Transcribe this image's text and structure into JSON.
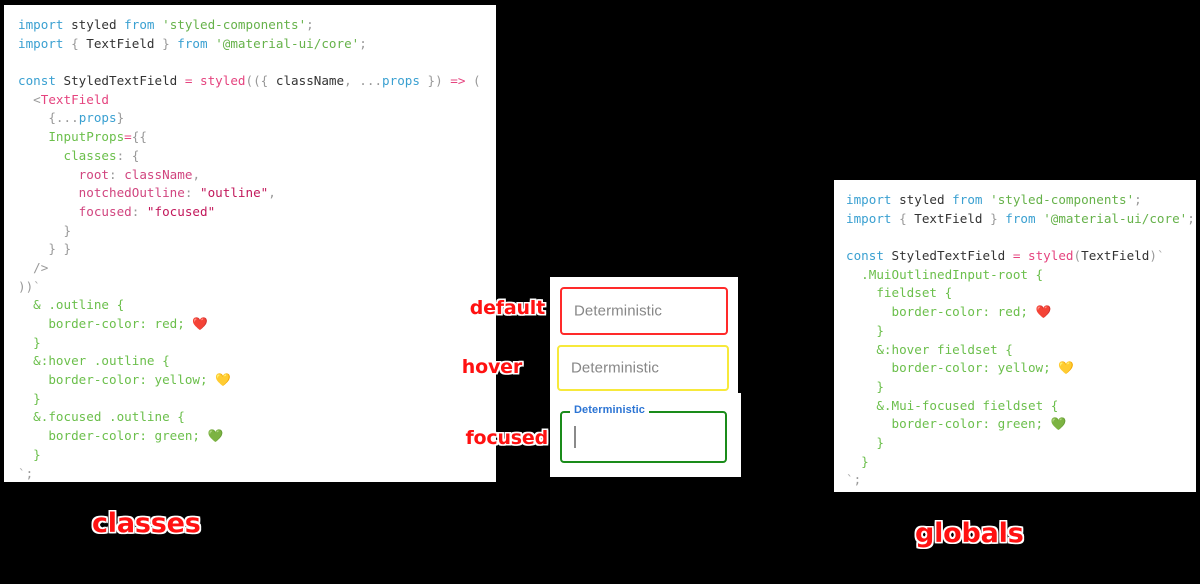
{
  "left_panel": {
    "name": "classes-approach-code",
    "title_label": "classes",
    "lines": [
      [
        {
          "t": "kw",
          "s": "import"
        },
        {
          "t": "plain",
          "s": " styled "
        },
        {
          "t": "kw",
          "s": "from"
        },
        {
          "t": "plain",
          "s": " "
        },
        {
          "t": "str",
          "s": "'styled-components'"
        },
        {
          "t": "punc",
          "s": ";"
        }
      ],
      [
        {
          "t": "kw",
          "s": "import"
        },
        {
          "t": "punc",
          "s": " { "
        },
        {
          "t": "plain",
          "s": "TextField"
        },
        {
          "t": "punc",
          "s": " } "
        },
        {
          "t": "kw",
          "s": "from"
        },
        {
          "t": "plain",
          "s": " "
        },
        {
          "t": "str",
          "s": "'@material-ui/core'"
        },
        {
          "t": "punc",
          "s": ";"
        }
      ],
      [],
      [
        {
          "t": "kw",
          "s": "const"
        },
        {
          "t": "plain",
          "s": " StyledTextField "
        },
        {
          "t": "op",
          "s": "="
        },
        {
          "t": "plain",
          "s": " "
        },
        {
          "t": "fn",
          "s": "styled"
        },
        {
          "t": "punc",
          "s": "(({ "
        },
        {
          "t": "plain",
          "s": "className"
        },
        {
          "t": "punc",
          "s": ", "
        },
        {
          "t": "punc",
          "s": "..."
        },
        {
          "t": "var",
          "s": "props"
        },
        {
          "t": "punc",
          "s": " }) "
        },
        {
          "t": "op",
          "s": "=>"
        },
        {
          "t": "punc",
          "s": " ("
        }
      ],
      [
        {
          "t": "plain",
          "s": "  "
        },
        {
          "t": "punc",
          "s": "<"
        },
        {
          "t": "tag",
          "s": "TextField"
        }
      ],
      [
        {
          "t": "plain",
          "s": "    "
        },
        {
          "t": "punc",
          "s": "{..."
        },
        {
          "t": "var",
          "s": "props"
        },
        {
          "t": "punc",
          "s": "}"
        }
      ],
      [
        {
          "t": "plain",
          "s": "    "
        },
        {
          "t": "prop",
          "s": "InputProps"
        },
        {
          "t": "op",
          "s": "="
        },
        {
          "t": "punc",
          "s": "{{"
        }
      ],
      [
        {
          "t": "plain",
          "s": "      "
        },
        {
          "t": "prop",
          "s": "classes"
        },
        {
          "t": "punc",
          "s": ": {"
        }
      ],
      [
        {
          "t": "plain",
          "s": "        "
        },
        {
          "t": "key",
          "s": "root"
        },
        {
          "t": "punc",
          "s": ": "
        },
        {
          "t": "key",
          "s": "className"
        },
        {
          "t": "punc",
          "s": ","
        }
      ],
      [
        {
          "t": "plain",
          "s": "        "
        },
        {
          "t": "key",
          "s": "notchedOutline"
        },
        {
          "t": "punc",
          "s": ": "
        },
        {
          "t": "val",
          "s": "\"outline\""
        },
        {
          "t": "punc",
          "s": ","
        }
      ],
      [
        {
          "t": "plain",
          "s": "        "
        },
        {
          "t": "key",
          "s": "focused"
        },
        {
          "t": "punc",
          "s": ": "
        },
        {
          "t": "val",
          "s": "\"focused\""
        }
      ],
      [
        {
          "t": "plain",
          "s": "      "
        },
        {
          "t": "punc",
          "s": "}"
        }
      ],
      [
        {
          "t": "plain",
          "s": "    "
        },
        {
          "t": "punc",
          "s": "} }"
        }
      ],
      [
        {
          "t": "plain",
          "s": "  "
        },
        {
          "t": "punc",
          "s": "/>"
        }
      ],
      [
        {
          "t": "punc",
          "s": "))"
        },
        {
          "t": "tick",
          "s": "`"
        }
      ],
      [
        {
          "t": "plain",
          "s": "  "
        },
        {
          "t": "css",
          "s": "& .outline {"
        }
      ],
      [
        {
          "t": "plain",
          "s": "    "
        },
        {
          "t": "css",
          "s": "border-color: red;"
        },
        {
          "t": "plain",
          "s": " ❤️"
        }
      ],
      [
        {
          "t": "plain",
          "s": "  "
        },
        {
          "t": "css",
          "s": "}"
        }
      ],
      [
        {
          "t": "plain",
          "s": "  "
        },
        {
          "t": "css",
          "s": "&:hover .outline {"
        }
      ],
      [
        {
          "t": "plain",
          "s": "    "
        },
        {
          "t": "css",
          "s": "border-color: yellow;"
        },
        {
          "t": "plain",
          "s": " 💛"
        }
      ],
      [
        {
          "t": "plain",
          "s": "  "
        },
        {
          "t": "css",
          "s": "}"
        }
      ],
      [
        {
          "t": "plain",
          "s": "  "
        },
        {
          "t": "css",
          "s": "&.focused .outline {"
        }
      ],
      [
        {
          "t": "plain",
          "s": "    "
        },
        {
          "t": "css",
          "s": "border-color: green;"
        },
        {
          "t": "plain",
          "s": " 💚"
        }
      ],
      [
        {
          "t": "plain",
          "s": "  "
        },
        {
          "t": "css",
          "s": "}"
        }
      ],
      [
        {
          "t": "tick",
          "s": "`"
        },
        {
          "t": "punc",
          "s": ";"
        }
      ]
    ]
  },
  "right_panel": {
    "name": "globals-approach-code",
    "title_label": "globals",
    "lines": [
      [
        {
          "t": "kw",
          "s": "import"
        },
        {
          "t": "plain",
          "s": " styled "
        },
        {
          "t": "kw",
          "s": "from"
        },
        {
          "t": "plain",
          "s": " "
        },
        {
          "t": "str",
          "s": "'styled-components'"
        },
        {
          "t": "punc",
          "s": ";"
        }
      ],
      [
        {
          "t": "kw",
          "s": "import"
        },
        {
          "t": "punc",
          "s": " { "
        },
        {
          "t": "plain",
          "s": "TextField"
        },
        {
          "t": "punc",
          "s": " } "
        },
        {
          "t": "kw",
          "s": "from"
        },
        {
          "t": "plain",
          "s": " "
        },
        {
          "t": "str",
          "s": "'@material-ui/core'"
        },
        {
          "t": "punc",
          "s": ";"
        }
      ],
      [],
      [
        {
          "t": "kw",
          "s": "const"
        },
        {
          "t": "plain",
          "s": " StyledTextField "
        },
        {
          "t": "op",
          "s": "="
        },
        {
          "t": "plain",
          "s": " "
        },
        {
          "t": "fn",
          "s": "styled"
        },
        {
          "t": "punc",
          "s": "("
        },
        {
          "t": "plain",
          "s": "TextField"
        },
        {
          "t": "punc",
          "s": ")"
        },
        {
          "t": "tick",
          "s": "`"
        }
      ],
      [
        {
          "t": "plain",
          "s": "  "
        },
        {
          "t": "css",
          "s": ".MuiOutlinedInput-root {"
        }
      ],
      [
        {
          "t": "plain",
          "s": "    "
        },
        {
          "t": "css",
          "s": "fieldset {"
        }
      ],
      [
        {
          "t": "plain",
          "s": "      "
        },
        {
          "t": "css",
          "s": "border-color: red;"
        },
        {
          "t": "plain",
          "s": " ❤️"
        }
      ],
      [
        {
          "t": "plain",
          "s": "    "
        },
        {
          "t": "css",
          "s": "}"
        }
      ],
      [
        {
          "t": "plain",
          "s": "    "
        },
        {
          "t": "css",
          "s": "&:hover fieldset {"
        }
      ],
      [
        {
          "t": "plain",
          "s": "      "
        },
        {
          "t": "css",
          "s": "border-color: yellow;"
        },
        {
          "t": "plain",
          "s": " 💛"
        }
      ],
      [
        {
          "t": "plain",
          "s": "    "
        },
        {
          "t": "css",
          "s": "}"
        }
      ],
      [
        {
          "t": "plain",
          "s": "    "
        },
        {
          "t": "css",
          "s": "&.Mui-focused fieldset {"
        }
      ],
      [
        {
          "t": "plain",
          "s": "      "
        },
        {
          "t": "css",
          "s": "border-color: green;"
        },
        {
          "t": "plain",
          "s": " 💚"
        }
      ],
      [
        {
          "t": "plain",
          "s": "    "
        },
        {
          "t": "css",
          "s": "}"
        }
      ],
      [
        {
          "t": "plain",
          "s": "  "
        },
        {
          "t": "css",
          "s": "}"
        }
      ],
      [
        {
          "t": "tick",
          "s": "`"
        },
        {
          "t": "punc",
          "s": ";"
        }
      ]
    ]
  },
  "preview": {
    "state_labels": {
      "default": "default",
      "hover": "hover",
      "focused": "focused"
    },
    "fields": {
      "default": {
        "text": "Deterministic",
        "border_color": "#ff2a2a"
      },
      "hover": {
        "text": "Deterministic",
        "border_color": "#f7e93b"
      },
      "focused": {
        "label": "Deterministic",
        "value": "",
        "border_color": "#1a8c1a",
        "label_color": "#2b74d4"
      }
    }
  },
  "colors": {
    "background": "#000000",
    "panel": "#ffffff",
    "annotation": "#ff1111",
    "keyword": "#3aa0d1",
    "string": "#66b24a",
    "css": "#6bbf4b",
    "function": "#e5447f",
    "key": "#d1457f",
    "value": "#c2185b"
  }
}
